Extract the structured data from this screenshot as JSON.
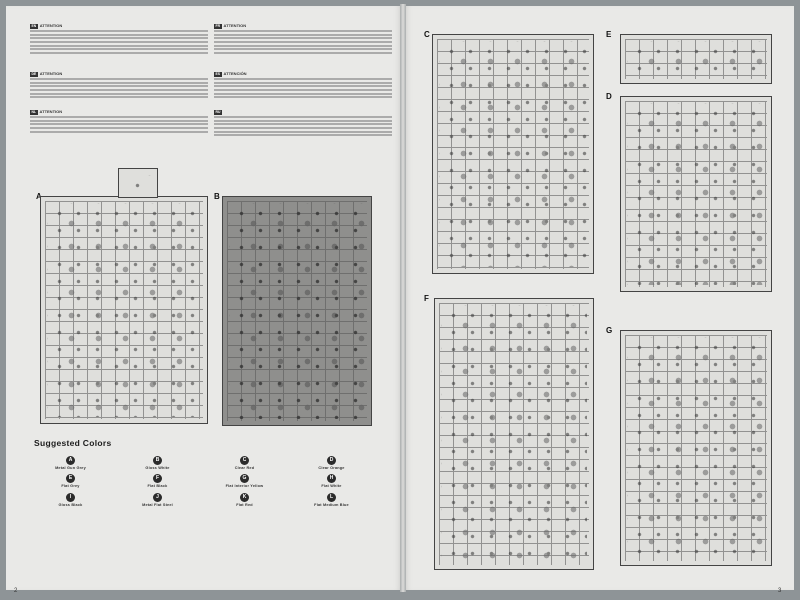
{
  "pages": {
    "left_number": "2",
    "right_number": "3"
  },
  "warnings_left": [
    {
      "lang": "EN",
      "title": "ATTENTION",
      "lines": 7
    },
    {
      "lang": "DE",
      "title": "ATTENTION",
      "lines": 6
    },
    {
      "lang": "NL",
      "title": "ATTENTION",
      "lines": 5
    }
  ],
  "warnings_right": [
    {
      "lang": "FR",
      "title": "ATTENTION",
      "lines": 7
    },
    {
      "lang": "ES",
      "title": "ATTENCIÓN",
      "lines": 6
    },
    {
      "lang": "RU",
      "title": "",
      "lines": 6
    }
  ],
  "sprue_labels": [
    "A",
    "B",
    "C",
    "D",
    "E",
    "F",
    "G"
  ],
  "colors_title": "Suggested Colors",
  "colors": [
    {
      "code": "A",
      "name": "Metal Gun Grey"
    },
    {
      "code": "B",
      "name": "Gloss White"
    },
    {
      "code": "C",
      "name": "Clear Red"
    },
    {
      "code": "D",
      "name": "Clear Orange"
    },
    {
      "code": "E",
      "name": "Flat Grey"
    },
    {
      "code": "F",
      "name": "Flat Black"
    },
    {
      "code": "G",
      "name": "Flat Interior Yellow"
    },
    {
      "code": "H",
      "name": "Flat White"
    },
    {
      "code": "I",
      "name": "Gloss Black"
    },
    {
      "code": "J",
      "name": "Metal Flat Steel"
    },
    {
      "code": "K",
      "name": "Flat Red"
    },
    {
      "code": "L",
      "name": "Flat Medium Blue"
    }
  ]
}
